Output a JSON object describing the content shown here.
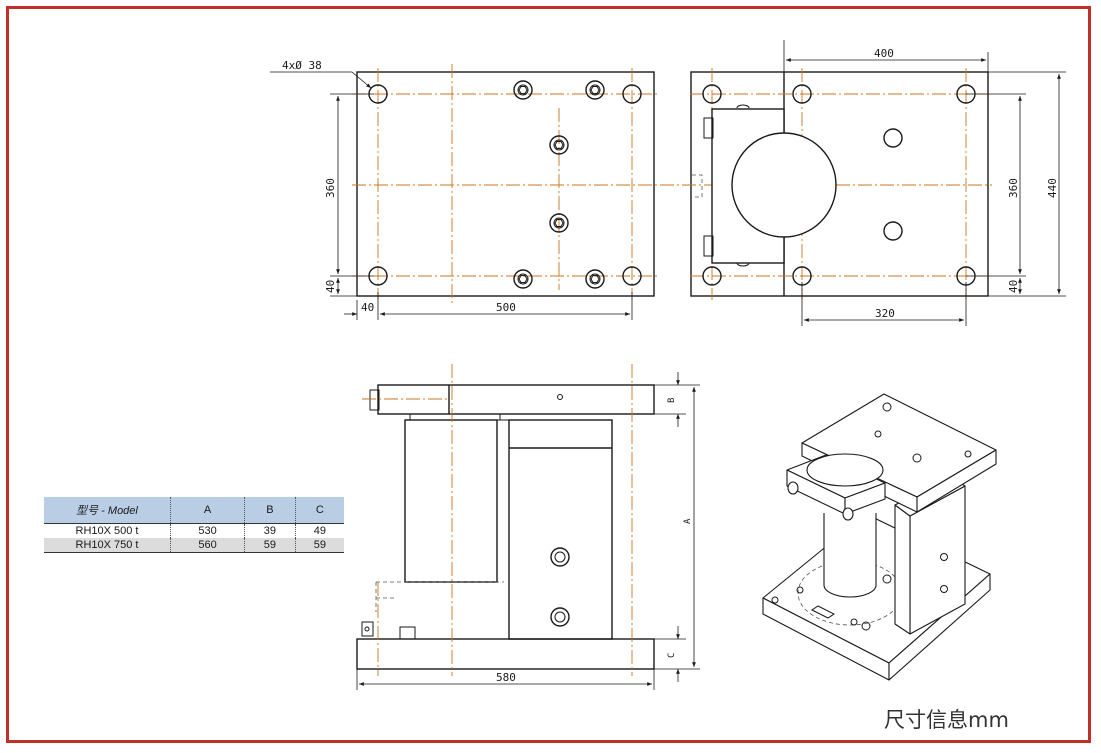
{
  "dimensions": {
    "hole_callout": "4xØ 38",
    "plate_width": "500",
    "edge_offset": "40",
    "hole_span": "360",
    "right_top_width": "400",
    "right_height": "440",
    "right_span": "360",
    "right_edge": "40",
    "right_bottom": "320",
    "base_width": "580",
    "dim_a": "A",
    "dim_b": "B",
    "dim_c": "C"
  },
  "table": {
    "headers": [
      "型号 - Model",
      "A",
      "B",
      "C"
    ],
    "rows": [
      [
        "RH10X 500 t",
        "530",
        "39",
        "49"
      ],
      [
        "RH10X 750 t",
        "560",
        "59",
        "59"
      ]
    ]
  },
  "caption": "尺寸信息mm",
  "colors": {
    "frame": "#c0302b",
    "centerline": "#c8741d",
    "table_header": "#b9cde4"
  }
}
